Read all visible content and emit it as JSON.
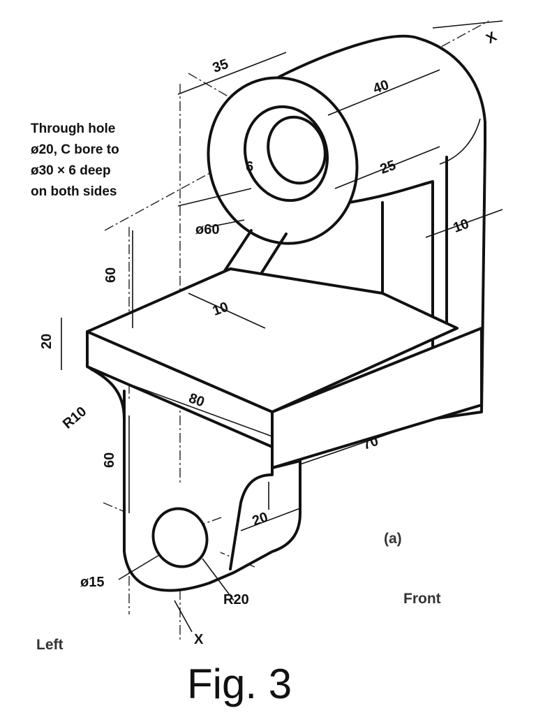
{
  "figure": {
    "caption": "Fig. 3",
    "subfigure_label": "(a)",
    "view_labels": {
      "front": "Front",
      "left": "Left"
    },
    "section_marks": [
      "X",
      "X"
    ],
    "note_lines": [
      "Through hole",
      "ø20, C bore to",
      "ø30 × 6 deep",
      "on both sides"
    ],
    "dimensions": {
      "boss_length": "35",
      "upper_length": "40",
      "arm_width": "25",
      "wall_thickness": "10",
      "boss_diameter": "ø60",
      "rib_thickness": "10",
      "height_upper": "60",
      "height_lower": "60",
      "plate_thickness": "20",
      "fillet_radius": "R10",
      "base_length": "80",
      "base_width": "70",
      "lug_width": "20",
      "hole_diameter": "ø15",
      "lug_radius": "R20",
      "counterbore_depth": "6"
    }
  }
}
